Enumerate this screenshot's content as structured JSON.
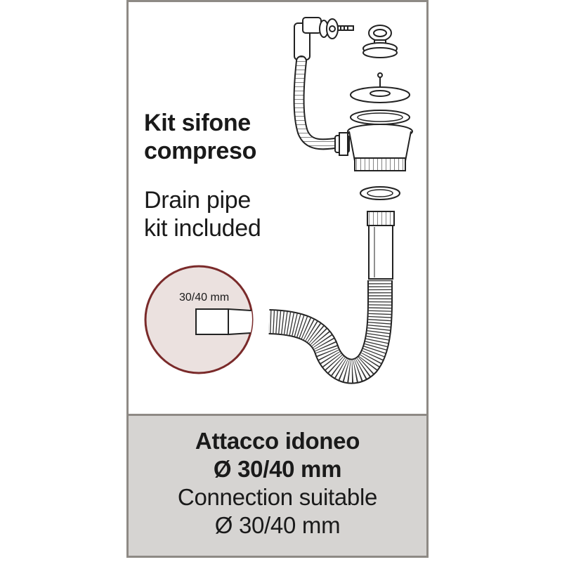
{
  "heading": {
    "italian": [
      "Kit sifone",
      "compreso"
    ],
    "english": [
      "Drain pipe",
      "kit included"
    ]
  },
  "detail": {
    "diameter_label": "30/40 mm"
  },
  "footer": {
    "italian_line1": "Attacco idoneo",
    "italian_line2": "Ø 30/40 mm",
    "english_line1": "Connection suitable",
    "english_line2": "Ø 30/40 mm"
  },
  "colors": {
    "border": "#8e8a85",
    "footer_bg": "#d6d4d2",
    "detail_circle_fill": "#ebe1df",
    "detail_circle_stroke": "#7a2a2a",
    "ink": "#1a1a1a"
  }
}
